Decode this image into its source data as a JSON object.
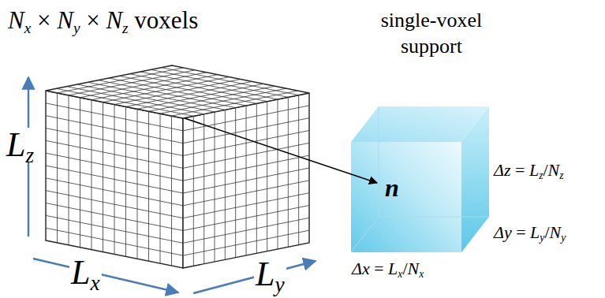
{
  "diagram": {
    "labels": [
      "Nx × Ny × Nz voxels",
      "single-voxel support",
      "Lz",
      "Lx",
      "Ly",
      "n",
      "Δz = Lz/Nz",
      "Δy = Ly/Ny",
      "Δx = Lx/Nx"
    ]
  }
}
